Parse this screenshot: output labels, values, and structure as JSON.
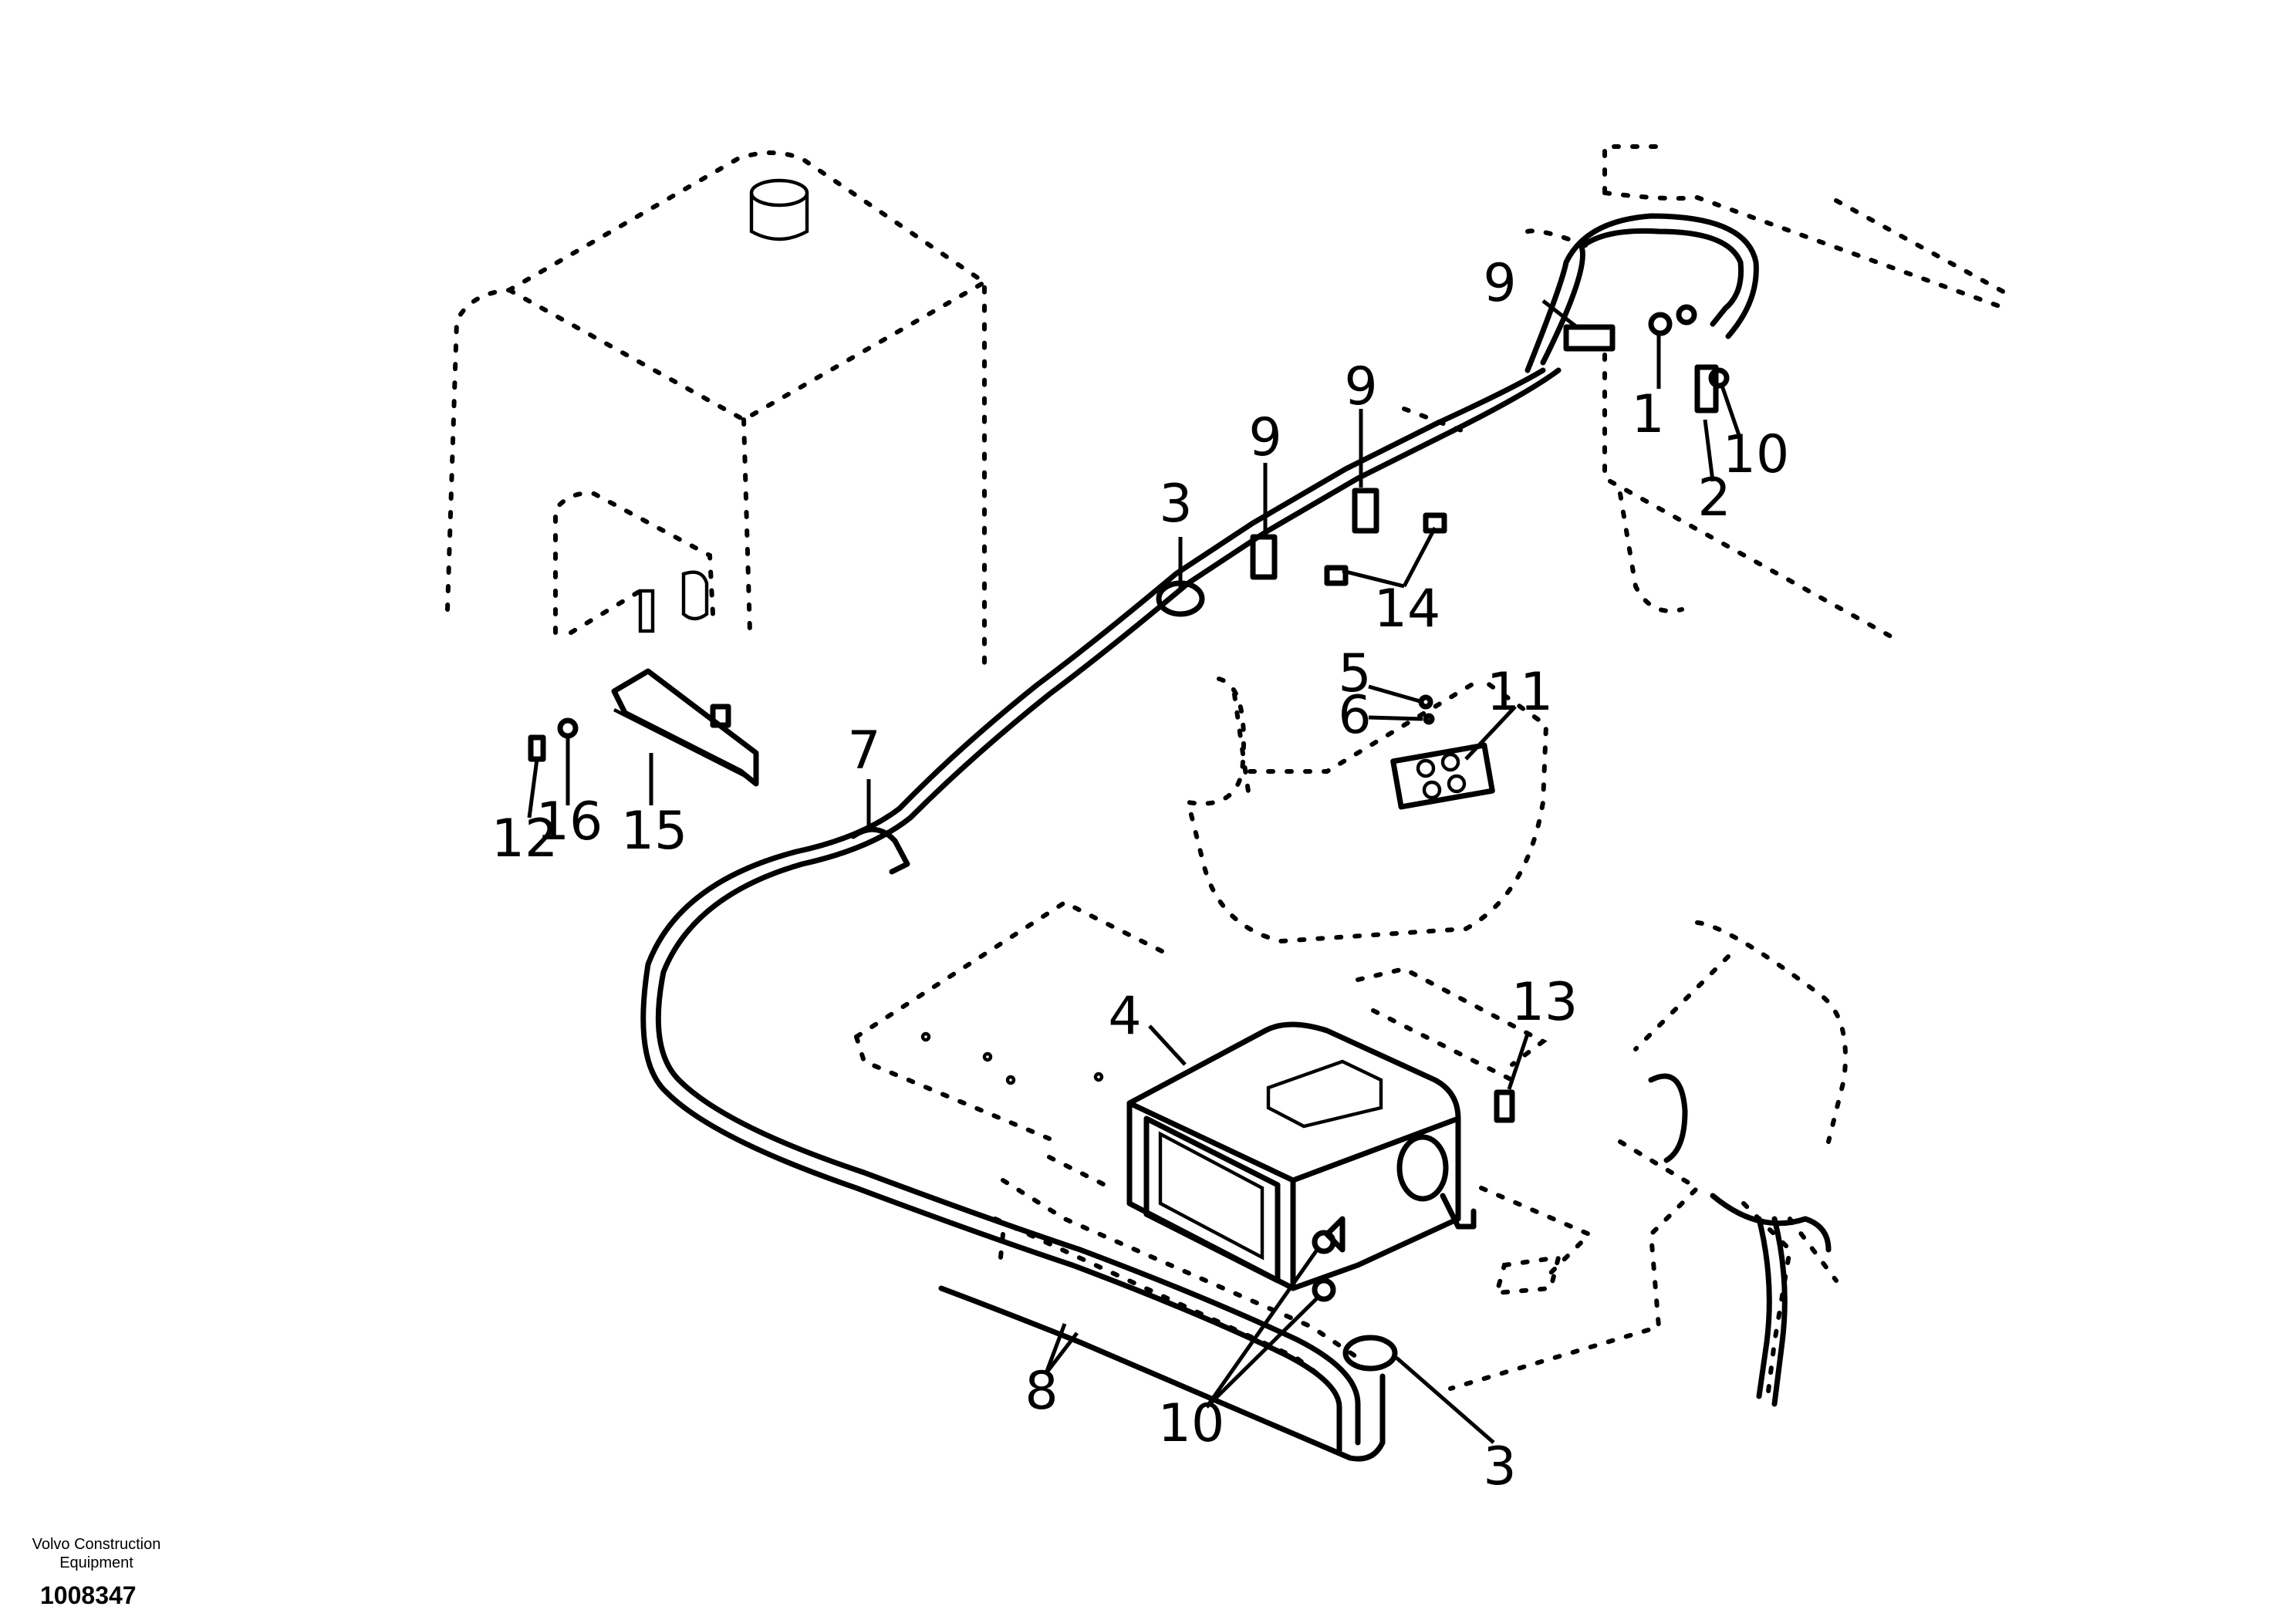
{
  "diagram": {
    "callouts": [
      {
        "id": "c1",
        "text": "1"
      },
      {
        "id": "c2",
        "text": "2"
      },
      {
        "id": "c3a",
        "text": "3"
      },
      {
        "id": "c3b",
        "text": "3"
      },
      {
        "id": "c4",
        "text": "4"
      },
      {
        "id": "c5",
        "text": "5"
      },
      {
        "id": "c6",
        "text": "6"
      },
      {
        "id": "c7",
        "text": "7"
      },
      {
        "id": "c8",
        "text": "8"
      },
      {
        "id": "c9a",
        "text": "9"
      },
      {
        "id": "c9b",
        "text": "9"
      },
      {
        "id": "c9c",
        "text": "9"
      },
      {
        "id": "c10a",
        "text": "10"
      },
      {
        "id": "c10b",
        "text": "10"
      },
      {
        "id": "c11",
        "text": "11"
      },
      {
        "id": "c12",
        "text": "12"
      },
      {
        "id": "c13",
        "text": "13"
      },
      {
        "id": "c14",
        "text": "14"
      },
      {
        "id": "c15",
        "text": "15"
      },
      {
        "id": "c16",
        "text": "16"
      }
    ]
  },
  "footer": {
    "maker_line1": "Volvo Construction",
    "maker_line2": "Equipment",
    "doc_number": "1008347"
  }
}
